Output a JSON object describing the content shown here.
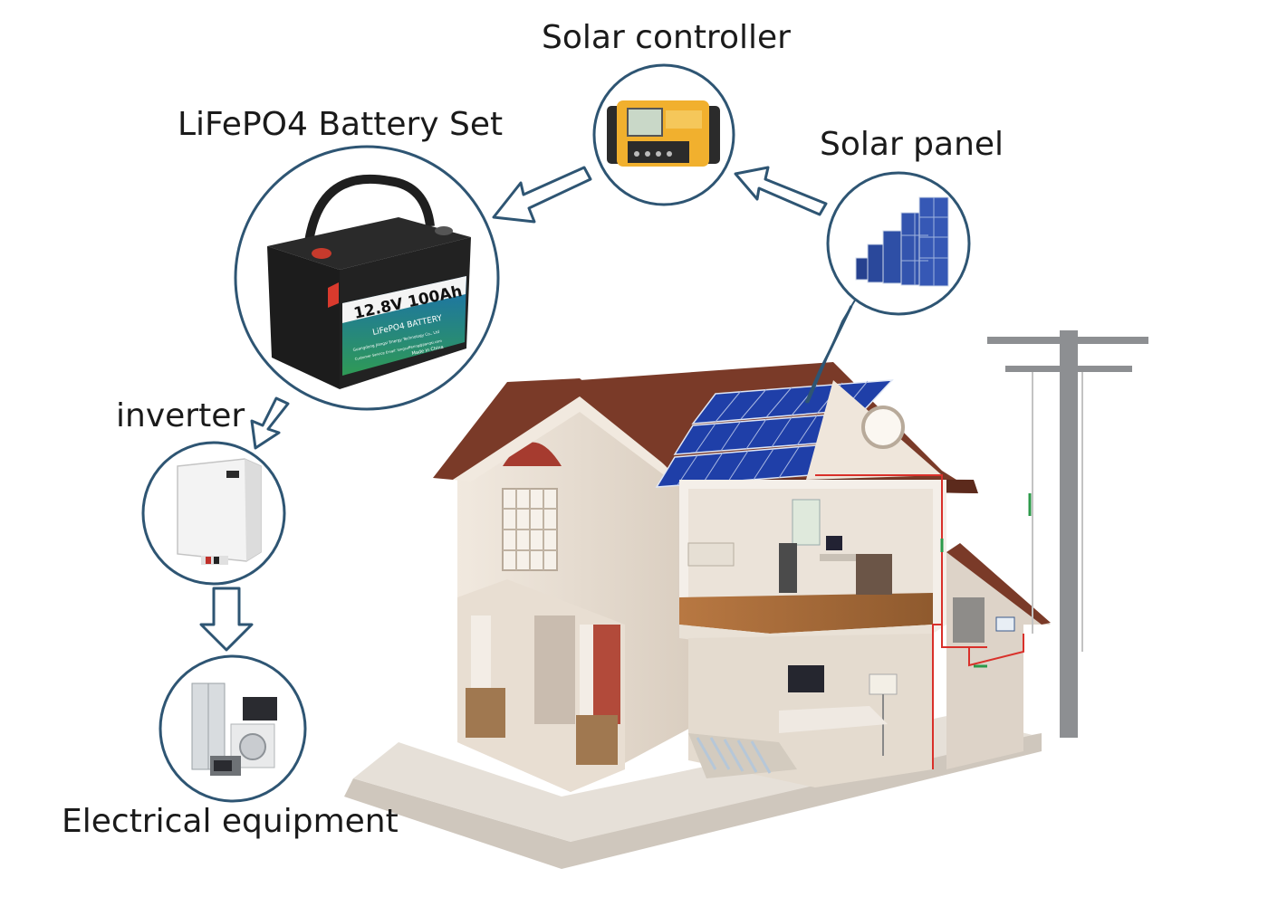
{
  "labels": {
    "solar_controller": "Solar controller",
    "battery_set": "LiFePO4 Battery Set",
    "solar_panel": "Solar panel",
    "inverter": "inverter",
    "electrical_equipment": "Electrical equipment"
  },
  "battery": {
    "rating": "12.8V 100Ah",
    "type": "LiFePO4 BATTERY",
    "maker_line": "Guangdong Jiangsi Energy Technology Co., Ltd",
    "service_line": "Customer Service Email: longsuffering@jianqsi.com",
    "made_in": "Made in China"
  },
  "colors": {
    "circle_stroke": "#2e5573",
    "arrow_stroke": "#2e5573",
    "roof": "#7a3a28",
    "wall": "#ece2d6",
    "panel_blue": "#1f3fa8",
    "wire": "#d9302a"
  }
}
